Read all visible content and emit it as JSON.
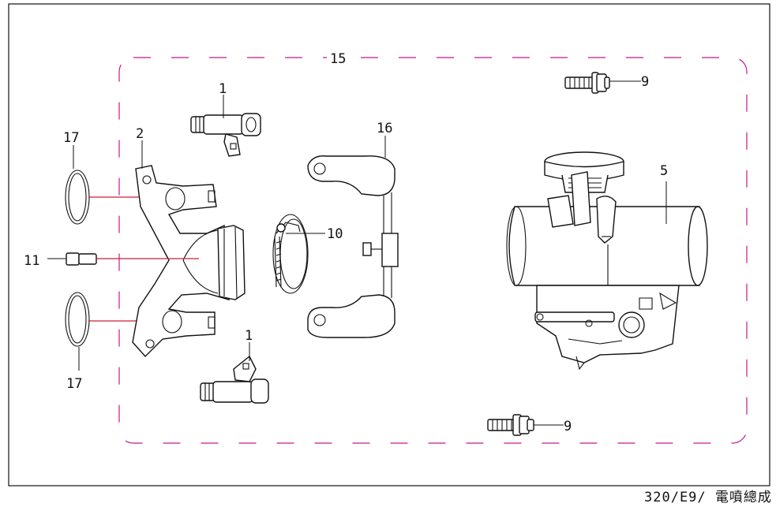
{
  "diagram": {
    "callouts": {
      "c15": "15",
      "c1_top": "1",
      "c1_bottom": "1",
      "c2": "2",
      "c17_top": "17",
      "c17_bottom": "17",
      "c11": "11",
      "c10": "10",
      "c16": "16",
      "c5": "5",
      "c9_top": "9",
      "c9_bottom": "9"
    },
    "footer_label": "320/E9/ 電噴總成",
    "colors": {
      "kit_frame": "#c8188c",
      "leader_red": "#cc1f3a",
      "line": "#111111"
    }
  }
}
